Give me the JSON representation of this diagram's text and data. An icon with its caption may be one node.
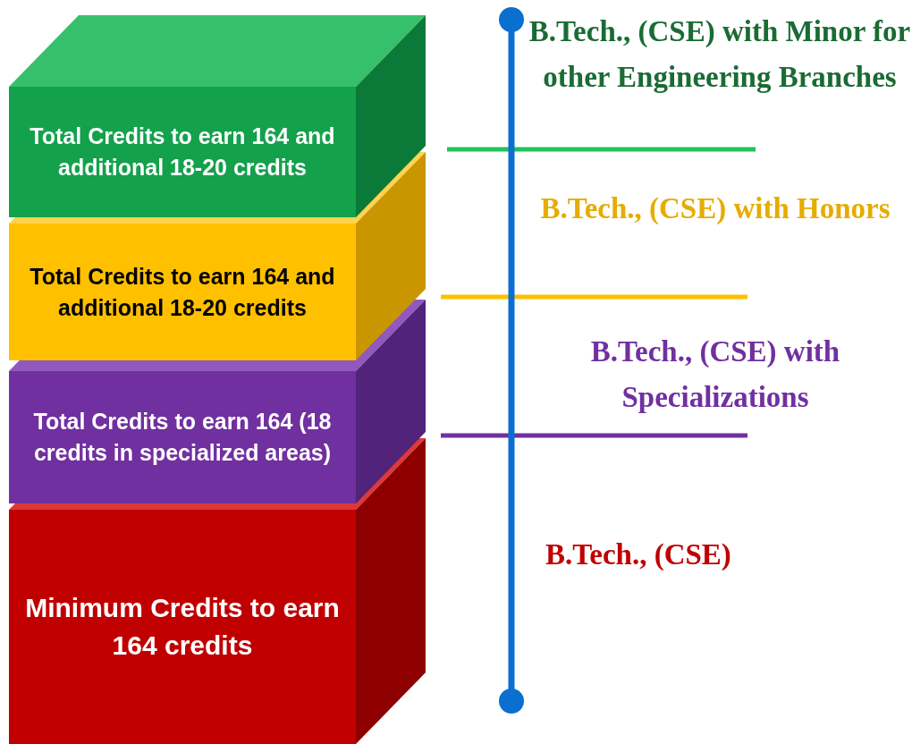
{
  "diagram": {
    "nodes": [
      {
        "text": [
          "Total Credits to earn 164 and additional 18-20 credits"
        ]
      },
      {
        "text": [
          "Total Credits to earn 164 and additional 18-20 credits"
        ]
      },
      {
        "text": [
          "Total Credits to earn 164 (18 credits in specialized areas)"
        ]
      },
      {
        "text": [
          "Minimum Credits to earn 164 credits"
        ]
      }
    ],
    "labels": [
      "B.Tech., (CSE) with Minor for other Engineering Branches",
      "B.Tech., (CSE) with Honors",
      "B.Tech., (CSE) with Specializations",
      "B.Tech., (CSE)"
    ]
  }
}
